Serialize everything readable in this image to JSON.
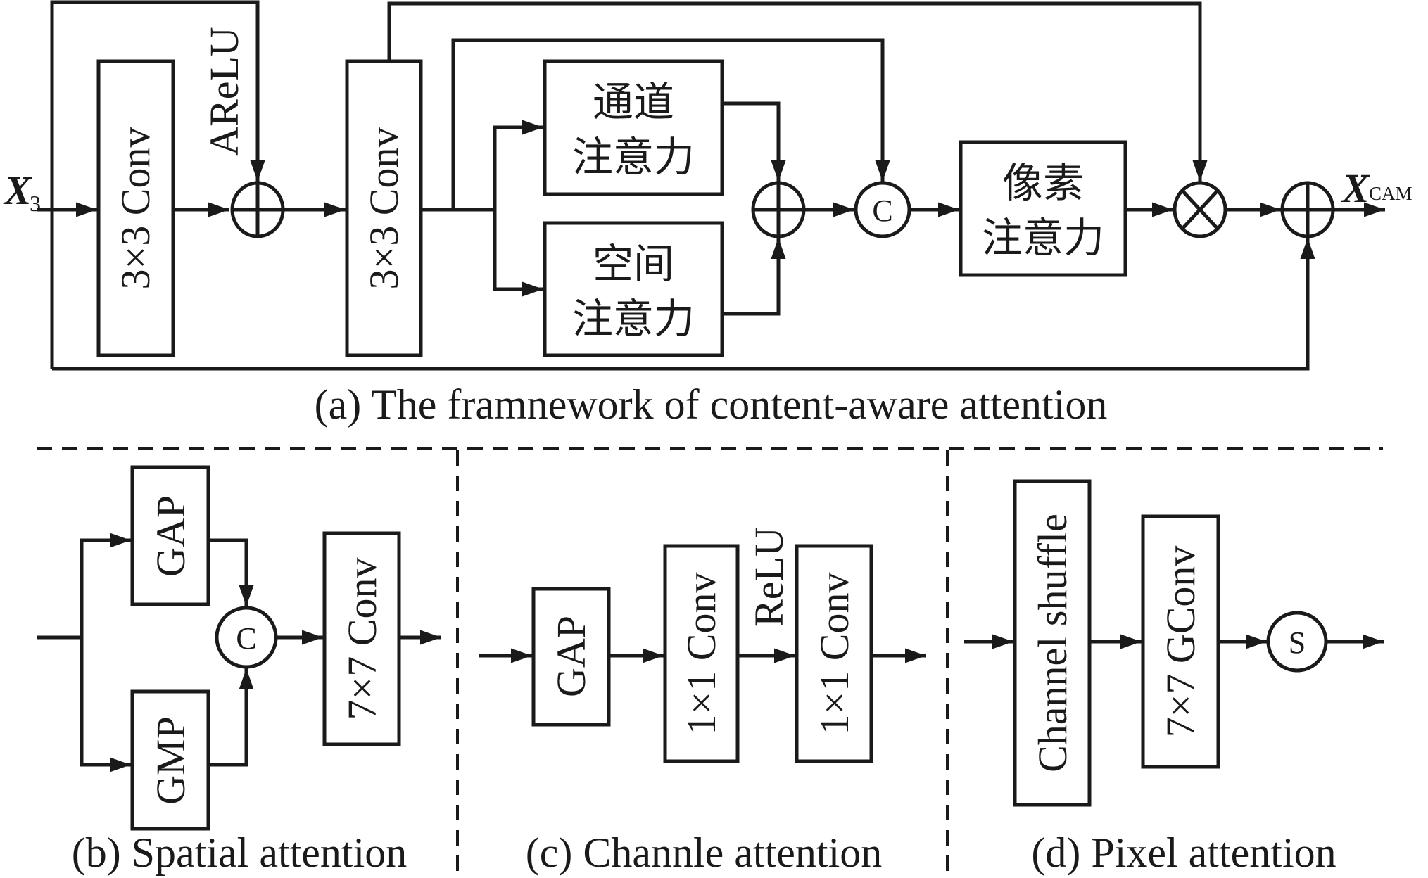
{
  "figure": {
    "panel_a": {
      "caption": "(a) The framnework of content-aware attention",
      "input_label": "X",
      "input_subscript": "3",
      "output_label": "X",
      "output_subscript": "CAM",
      "conv1": "3×3 Conv",
      "conv2": "3×3 Conv",
      "activation": "AReLU",
      "channel_attention": [
        "通道",
        "注意力"
      ],
      "spatial_attention": [
        "空间",
        "注意力"
      ],
      "pixel_attention": [
        "像素",
        "注意力"
      ],
      "concat_symbol": "C",
      "add_symbol": "⊕",
      "multiply_symbol": "⊗"
    },
    "panel_b": {
      "caption": "(b) Spatial attention",
      "gap": "GAP",
      "gmp": "GMP",
      "concat_symbol": "C",
      "conv": "7×7 Conv"
    },
    "panel_c": {
      "caption": "(c) Channle attention",
      "gap": "GAP",
      "conv1": "1×1 Conv",
      "activation": "ReLU",
      "conv2": "1×1 Conv"
    },
    "panel_d": {
      "caption": "(d) Pixel attention",
      "shuffle": "Channel shuffle",
      "gconv": "7×7 GConv",
      "sigmoid_symbol": "S"
    }
  }
}
